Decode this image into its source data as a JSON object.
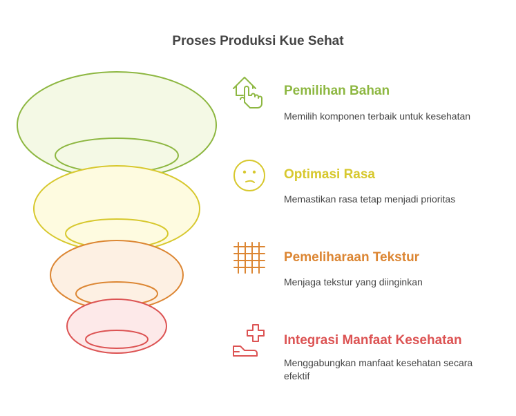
{
  "title": "Proses Produksi Kue Sehat",
  "colors": {
    "green": "#8db741",
    "yellow": "#d7c82e",
    "orange": "#dc8633",
    "red": "#dc5353"
  },
  "stages": [
    {
      "title": "Pemilihan Bahan",
      "description": "Memilih komponen terbaik untuk kesehatan",
      "icon": "hand-tapping-house-icon",
      "color": "#8db741"
    },
    {
      "title": "Optimasi Rasa",
      "description": "Memastikan rasa tetap menjadi prioritas",
      "icon": "face-icon",
      "color": "#d7c82e"
    },
    {
      "title": "Pemeliharaan Tekstur",
      "description": "Menjaga tekstur yang diinginkan",
      "icon": "grid-texture-icon",
      "color": "#dc8633"
    },
    {
      "title": "Integrasi Manfaat Kesehatan",
      "description": "Menggabungkan manfaat kesehatan secara efektif",
      "icon": "medical-cross-icon",
      "color": "#dc5353"
    }
  ]
}
